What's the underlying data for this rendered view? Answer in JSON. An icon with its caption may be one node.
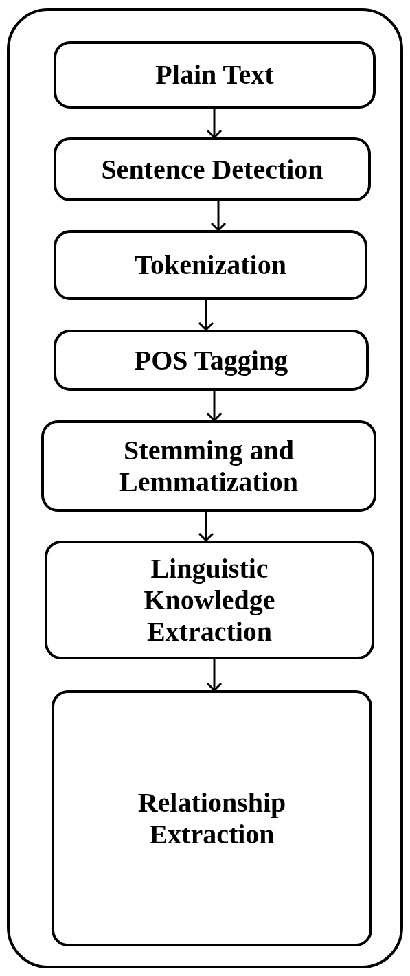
{
  "diagram": {
    "nodes": [
      {
        "text": [],
        "shape": "box"
      },
      {
        "text": [
          "Plain Text"
        ],
        "in": 0
      },
      {
        "text": [
          "Sentence Detection"
        ],
        "in": 0
      },
      {
        "text": [
          "Tokenization"
        ],
        "in": 0
      },
      {
        "text": [
          "POS Tagging"
        ],
        "in": 0
      },
      {
        "text": [
          "Stemming and Lemmatization"
        ],
        "in": 0
      },
      {
        "text": [
          "Linguistic Knowledge Extraction"
        ],
        "in": 0
      },
      {
        "text": [
          "Relationship Extraction"
        ],
        "in": 0
      }
    ],
    "edges": [
      {
        "from": 1,
        "to": 2,
        "arrow": "to"
      },
      {
        "from": 2,
        "to": 3,
        "arrow": "to"
      },
      {
        "from": 3,
        "to": 4,
        "arrow": "to"
      },
      {
        "from": 4,
        "to": 5,
        "arrow": "to"
      },
      {
        "from": 5,
        "to": 6,
        "arrow": "to"
      },
      {
        "from": 6,
        "to": 7,
        "arrow": "to"
      }
    ]
  }
}
